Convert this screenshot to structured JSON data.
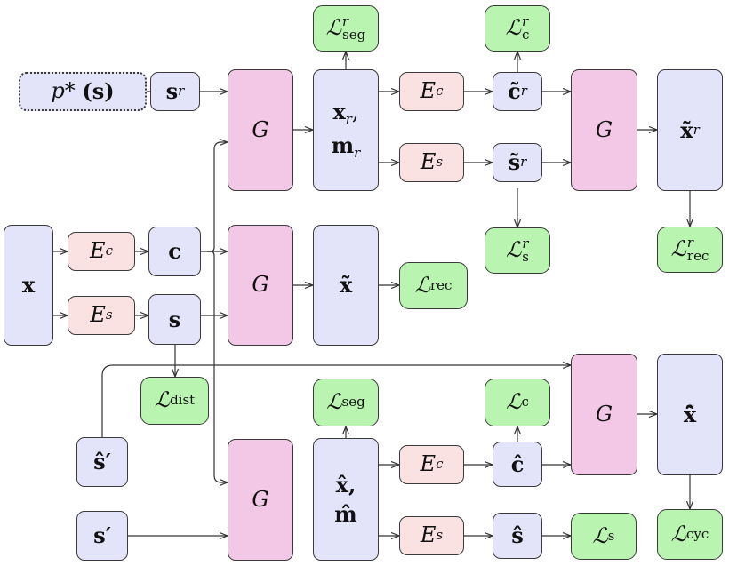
{
  "nodes": {
    "prior": {
      "main": "p*",
      "arg": "(s)"
    },
    "s_r": {
      "base": "s",
      "sub": "r"
    },
    "G_top": {
      "label": "G"
    },
    "x_r_m_r": {
      "line1_base": "x",
      "line1_sub": "r",
      "line1_tail": ",",
      "line2_base": "m",
      "line2_sub": "r"
    },
    "Ec_top": {
      "base": "E",
      "sub": "c"
    },
    "Es_top": {
      "base": "E",
      "sub": "s"
    },
    "c_tilde_r": {
      "base": "c̃",
      "sub": "r"
    },
    "s_tilde_r": {
      "base": "s̃",
      "sub": "r"
    },
    "G_top_right": {
      "label": "G"
    },
    "x_tilde_r": {
      "base": "x̃",
      "sub": "r"
    },
    "L_seg_r": {
      "base": "ℒ",
      "sup": "r",
      "sub": "seg"
    },
    "L_c_r": {
      "base": "ℒ",
      "sup": "r",
      "sub": "c"
    },
    "L_s_r": {
      "base": "ℒ",
      "sup": "r",
      "sub": "s"
    },
    "L_rec_r": {
      "base": "ℒ",
      "sup": "r",
      "sub": "rec"
    },
    "x": {
      "label": "x"
    },
    "Ec_mid": {
      "base": "E",
      "sub": "c"
    },
    "Es_mid": {
      "base": "E",
      "sub": "s"
    },
    "c": {
      "label": "c"
    },
    "s": {
      "label": "s"
    },
    "G_mid": {
      "label": "G"
    },
    "x_tilde": {
      "label": "x̃"
    },
    "L_rec": {
      "base": "ℒ",
      "sub": "rec"
    },
    "L_dist": {
      "base": "ℒ",
      "sub": "dist"
    },
    "s_hat_prime": {
      "label": "ŝ′"
    },
    "s_prime": {
      "label": "s′"
    },
    "G_bottom": {
      "label": "G"
    },
    "x_hat_m_hat": {
      "line1": "x̂,",
      "line2": "m̂"
    },
    "L_seg": {
      "base": "ℒ",
      "sub": "seg"
    },
    "Ec_bot": {
      "base": "E",
      "sub": "c"
    },
    "Es_bot": {
      "base": "E",
      "sub": "s"
    },
    "c_hat": {
      "label": "ĉ"
    },
    "s_hat": {
      "label": "ŝ"
    },
    "L_c": {
      "base": "ℒ",
      "sub": "c"
    },
    "L_s": {
      "base": "ℒ",
      "sub": "s"
    },
    "G_bottom_right": {
      "label": "G"
    },
    "x_tilde_hat": {
      "label": "x̃̂"
    },
    "L_cyc": {
      "base": "ℒ",
      "sub": "cyc"
    }
  },
  "colors": {
    "encoded_tensor": "#e3e3f9",
    "generator": "#f3c8e6",
    "encoder": "#fbe2e2",
    "loss": "#b9f4b0",
    "stroke": "#3a3a3a"
  }
}
